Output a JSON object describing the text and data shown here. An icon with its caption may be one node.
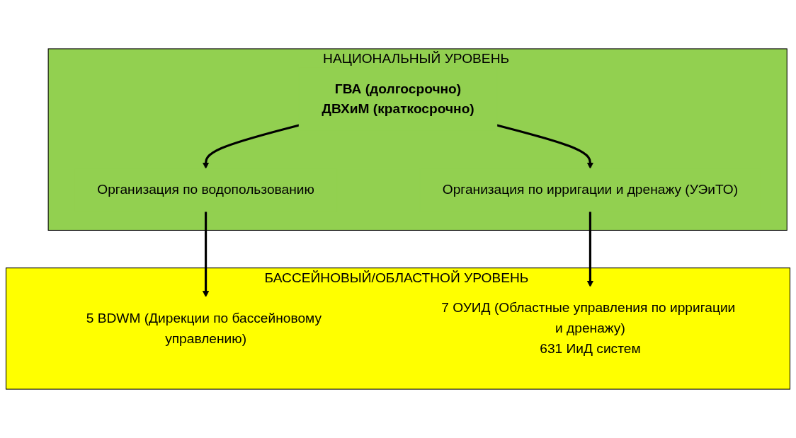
{
  "diagram": {
    "nodes": [
      {
        "text": [
          "НАЦИОНАЛЬНЫЙ УРОВЕНЬ"
        ]
      },
      {
        "text": [
          "ГВА (долгосрочно)",
          "ДВХиМ (краткосрочно)"
        ],
        "in": 0
      },
      {
        "text": [
          "Организация по водопользованию"
        ],
        "in": 0
      },
      {
        "text": [
          "Организация по ирригации и дренажу (УЭиТО)"
        ],
        "in": 0
      },
      {
        "text": [
          "БАССЕЙНОВЫЙ/ОБЛАСТНОЙ УРОВЕНЬ"
        ]
      },
      {
        "text": [
          "5 BDWM (Дирекции по бассейновому управлению)"
        ],
        "in": 4
      },
      {
        "text": [
          "7 ОУИД (Областные управления по ирригации и дренажу)",
          "631 ИиД систем"
        ],
        "in": 4
      }
    ],
    "edges": [
      {
        "from": 1,
        "to": 2,
        "arrow": "to"
      },
      {
        "from": 1,
        "to": 3,
        "arrow": "to"
      },
      {
        "from": 2,
        "to": 5,
        "arrow": "to"
      },
      {
        "from": 3,
        "to": 6,
        "arrow": "to"
      }
    ]
  }
}
